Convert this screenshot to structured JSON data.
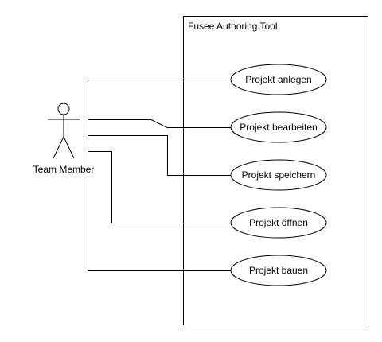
{
  "system": {
    "title": "Fusee Authoring Tool"
  },
  "actor": {
    "name": "Team Member"
  },
  "use_cases": [
    {
      "label": "Projekt anlegen"
    },
    {
      "label": "Projekt bearbeiten"
    },
    {
      "label": "Projekt speichern"
    },
    {
      "label": "Projekt öffnen"
    },
    {
      "label": "Projekt bauen"
    }
  ]
}
